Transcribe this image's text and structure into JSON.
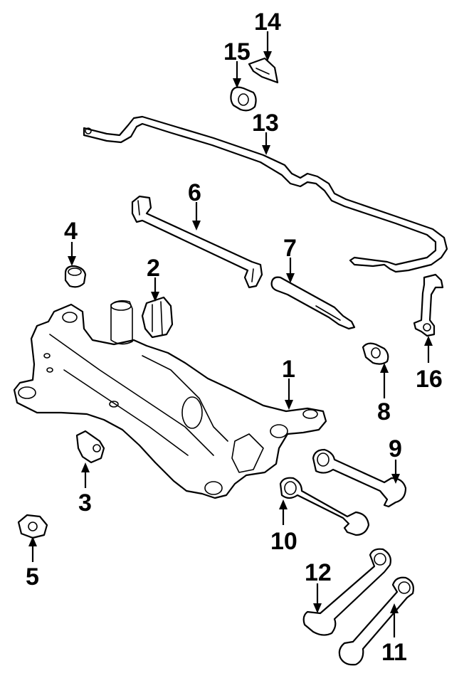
{
  "colors": {
    "line": "#000000",
    "background": "#ffffff"
  },
  "callouts": {
    "c1": "1",
    "c2": "2",
    "c3": "3",
    "c4": "4",
    "c5": "5",
    "c6": "6",
    "c7": "7",
    "c8": "8",
    "c9": "9",
    "c10": "10",
    "c11": "11",
    "c12": "12",
    "c13": "13",
    "c14": "14",
    "c15": "15",
    "c16": "16"
  }
}
